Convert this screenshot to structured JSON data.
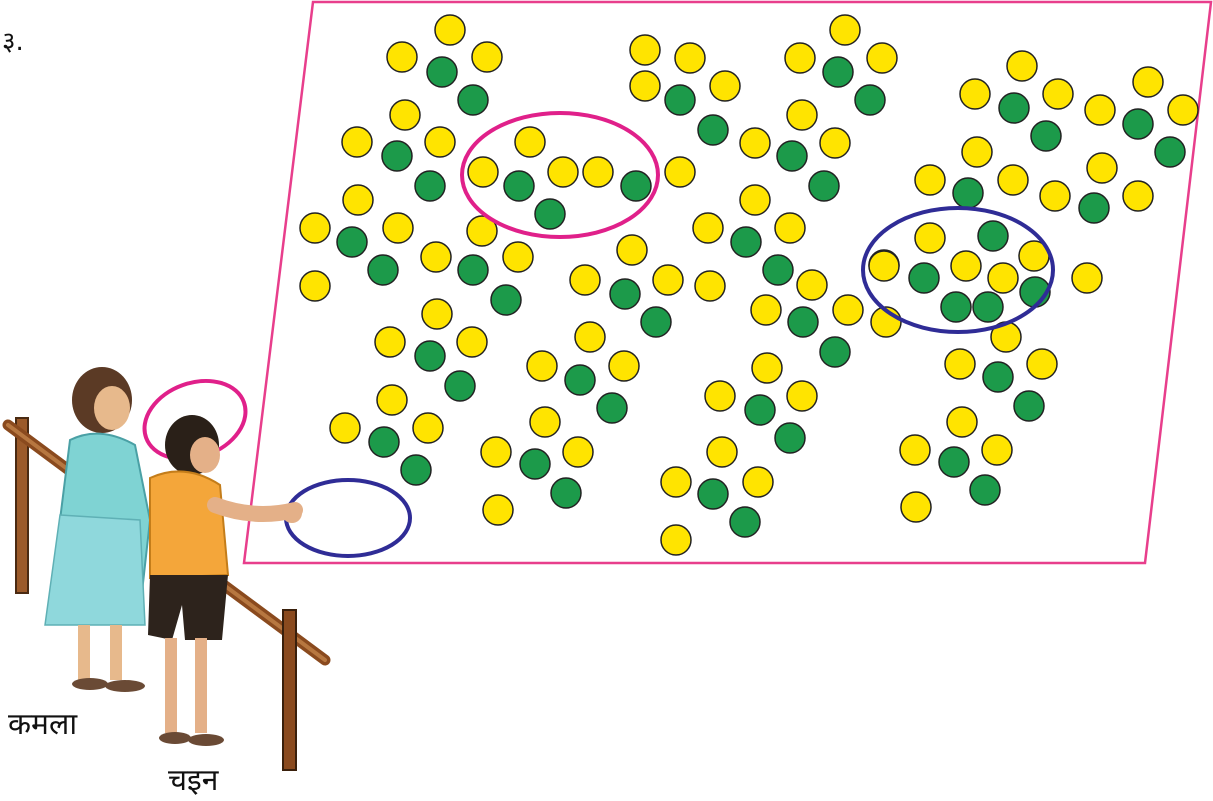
{
  "question_number": "३.",
  "names": {
    "kamala": "कमला",
    "chain": "चइन"
  },
  "colors": {
    "frame": "#e83e8c",
    "yellow_dot": "#ffe400",
    "green_dot": "#1c9a4a",
    "dot_outline": "#222222",
    "pink_ring": "#e0208a",
    "blue_ring": "#2f2c96"
  }
}
